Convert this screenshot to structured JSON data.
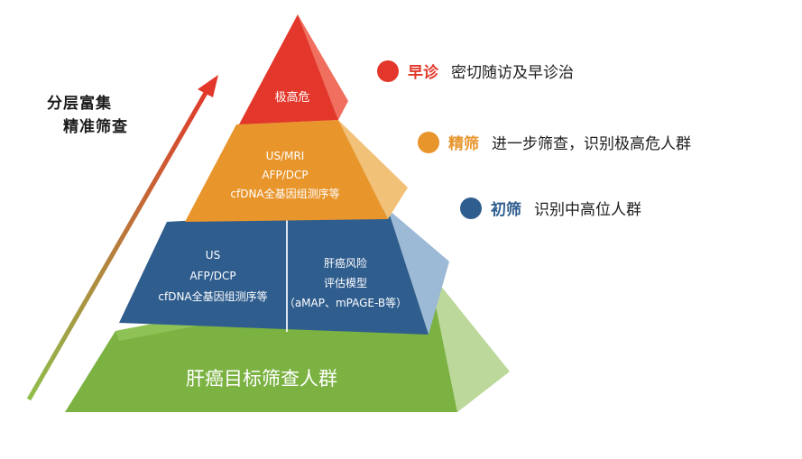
{
  "side_label": {
    "line1": "分层富集",
    "line2": "精准筛查"
  },
  "pyramid": {
    "top": {
      "text": "极高危"
    },
    "fine": {
      "lines": [
        "US/MRI",
        "AFP/DCP",
        "cfDNA全基因组测序等"
      ]
    },
    "initial_left": {
      "lines": [
        "US",
        "AFP/DCP",
        "cfDNA全基因组测序等"
      ]
    },
    "initial_right": {
      "lines": [
        "肝癌风险",
        "评估模型",
        "（aMAP、mPAGE-B等）"
      ]
    },
    "base": {
      "text": "肝癌目标筛查人群"
    }
  },
  "legend": [
    {
      "title": "早诊",
      "desc": "密切随访及早诊治",
      "color": "#e2372a"
    },
    {
      "title": "精筛",
      "desc": "进一步筛查，识别极高危人群",
      "color": "#e8952c"
    },
    {
      "title": "初筛",
      "desc": "识别中高位人群",
      "color": "#2f5d8e"
    }
  ],
  "colors": {
    "red": "#e2372a",
    "orange": "#e8952c",
    "blue": "#2f5d8e",
    "green": "#7bb242"
  },
  "icons": {
    "arrow": "up-right-arrow-icon"
  }
}
